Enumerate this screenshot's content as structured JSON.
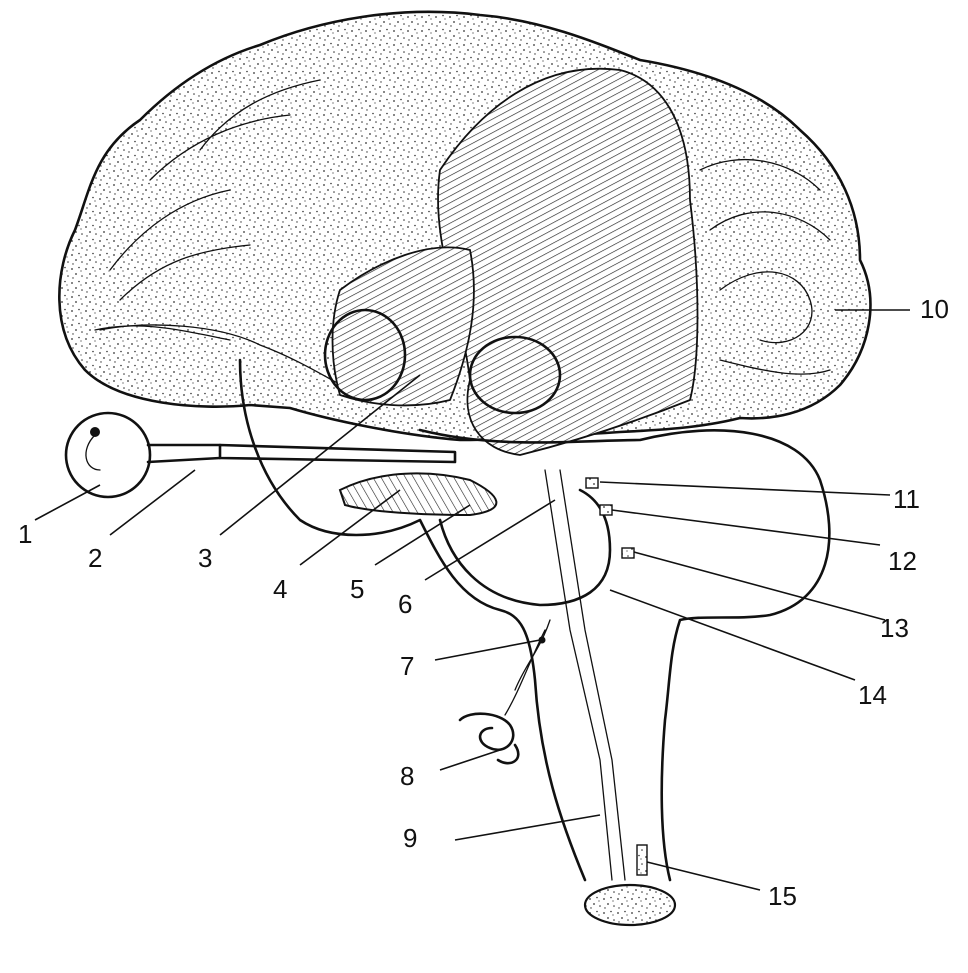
{
  "diagram": {
    "labels": [
      {
        "id": "1",
        "text": "1"
      },
      {
        "id": "2",
        "text": "2"
      },
      {
        "id": "3",
        "text": "3"
      },
      {
        "id": "4",
        "text": "4"
      },
      {
        "id": "5",
        "text": "5"
      },
      {
        "id": "6",
        "text": "6"
      },
      {
        "id": "7",
        "text": "7"
      },
      {
        "id": "8",
        "text": "8"
      },
      {
        "id": "9",
        "text": "9"
      },
      {
        "id": "10",
        "text": "10"
      },
      {
        "id": "11",
        "text": "11"
      },
      {
        "id": "12",
        "text": "12"
      },
      {
        "id": "13",
        "text": "13"
      },
      {
        "id": "14",
        "text": "14"
      },
      {
        "id": "15",
        "text": "15"
      }
    ],
    "colors": {
      "ink": "#111111",
      "paper": "#ffffff"
    }
  }
}
